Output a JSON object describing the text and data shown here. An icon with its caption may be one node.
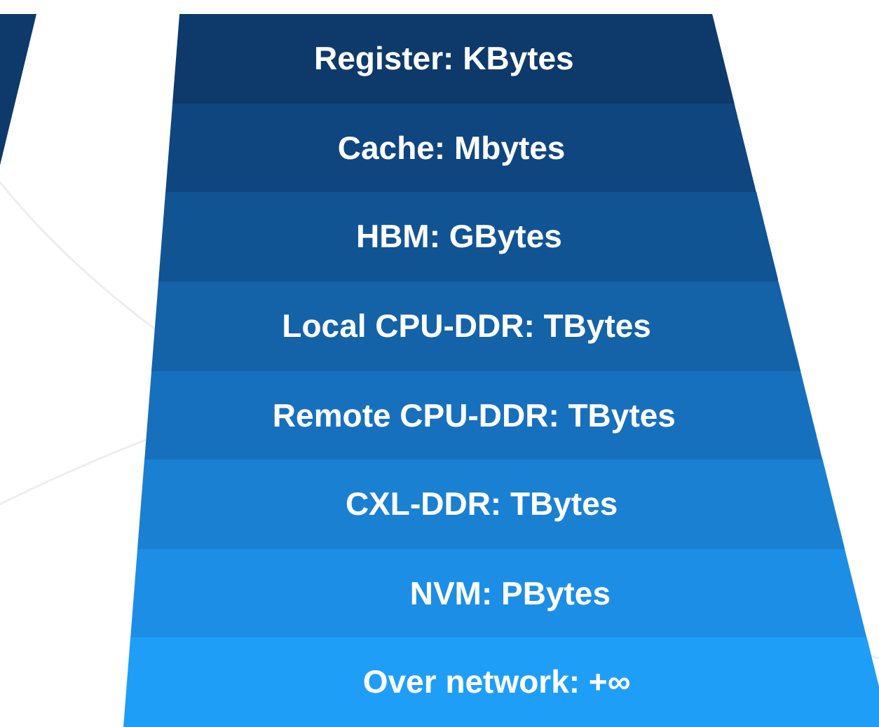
{
  "diagram": {
    "nodes": [
      {
        "text": [
          "Register: KBytes"
        ]
      },
      {
        "text": [
          "Cache: Mbytes"
        ]
      },
      {
        "text": [
          "HBM: GBytes"
        ]
      },
      {
        "text": [
          "Local CPU-DDR: TBytes"
        ]
      },
      {
        "text": [
          "Remote CPU-DDR: TBytes"
        ]
      },
      {
        "text": [
          "CXL-DDR: TBytes"
        ]
      },
      {
        "text": [
          "NVM: PBytes"
        ]
      },
      {
        "text": [
          "Over network: +∞"
        ]
      }
    ]
  }
}
